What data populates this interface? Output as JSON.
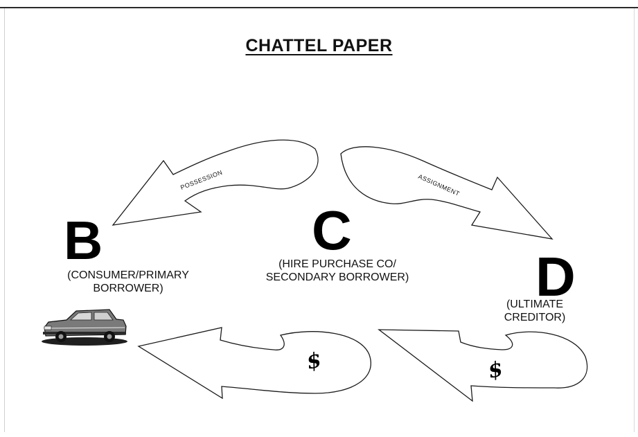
{
  "title": "CHATTEL PAPER",
  "nodes": {
    "b": {
      "letter": "B",
      "line1": "(CONSUMER/PRIMARY",
      "line2": "BORROWER)"
    },
    "c": {
      "letter": "C",
      "line1": "(HIRE PURCHASE CO/",
      "line2": "SECONDARY BORROWER)"
    },
    "d": {
      "letter": "D",
      "line1": "(ULTIMATE",
      "line2": "CREDITOR)"
    }
  },
  "arrows": {
    "possession": "POSSESSION",
    "assignment": "ASSIGNMENT",
    "payment_b": "$",
    "payment_c": "$"
  },
  "icons": {
    "car": "car-icon"
  }
}
